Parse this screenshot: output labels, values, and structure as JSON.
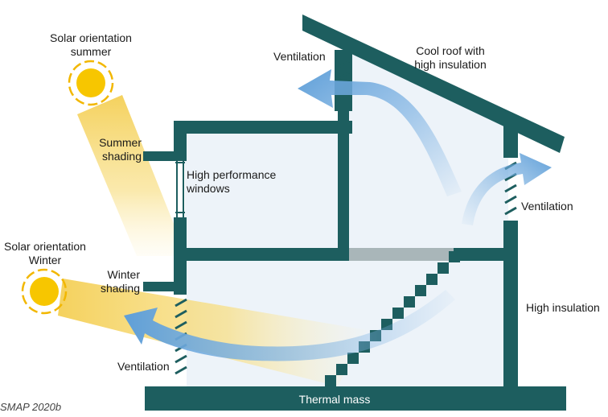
{
  "colors": {
    "structure": "#1d5e5f",
    "interior": "#edf3f9",
    "landing": "#a9b6b9",
    "sun_core": "#f7c600",
    "sun_ray": "#f2b700",
    "airflow": "#6fa8dc",
    "beam": "#f6d76a"
  },
  "labels": {
    "solar_summer_1": "Solar orientation",
    "solar_summer_2": "summer",
    "summer_shading_1": "Summer",
    "summer_shading_2": "shading",
    "windows_1": "High performance",
    "windows_2": "windows",
    "solar_winter_1": "Solar orientation",
    "solar_winter_2": "Winter",
    "winter_shading_1": "Winter",
    "winter_shading_2": "shading",
    "ventilation_top": "Ventilation",
    "roof_1": "Cool roof with",
    "roof_2": "high insulation",
    "ventilation_right": "Ventilation",
    "high_insulation": "High insulation",
    "ventilation_bottom": "Ventilation",
    "thermal_mass": "Thermal mass",
    "credit": "SMAP 2020b"
  }
}
